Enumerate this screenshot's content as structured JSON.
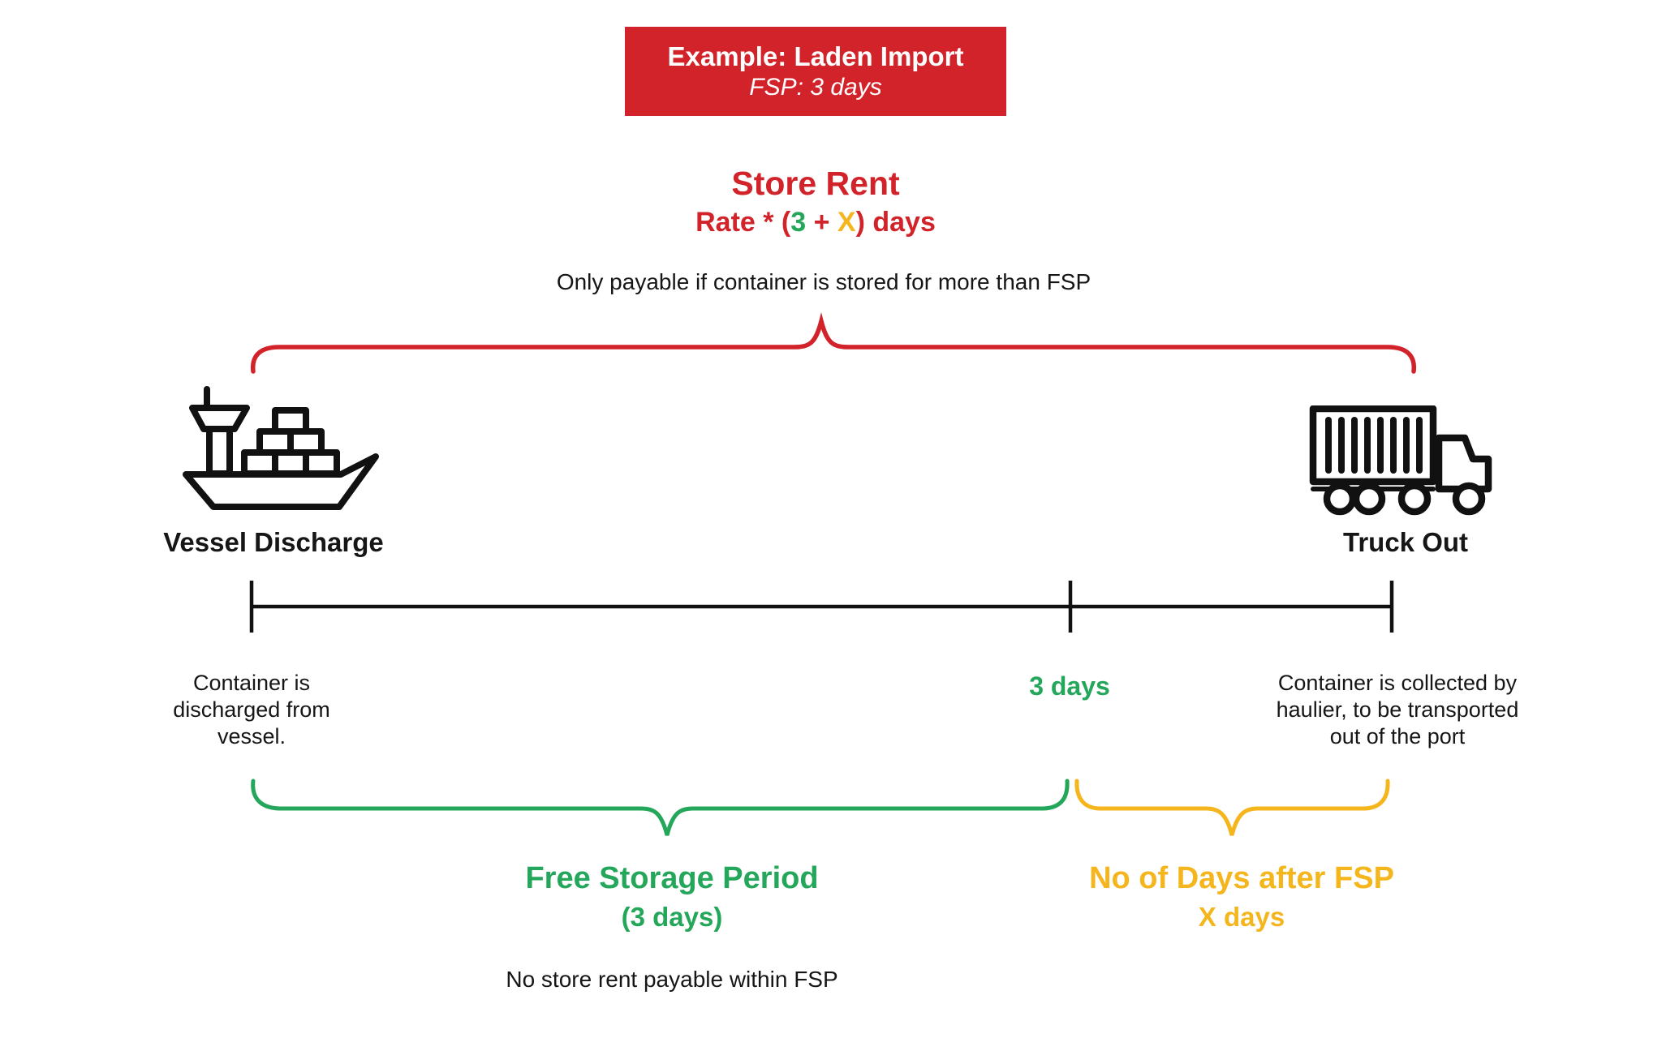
{
  "colors": {
    "red": "#D2232A",
    "green": "#24A75A",
    "yellow": "#F5B51C",
    "ink": "#161616"
  },
  "header": {
    "title": "Example: Laden Import",
    "subtitle": "FSP: 3 days"
  },
  "store_rent": {
    "title": "Store Rent",
    "formula": {
      "prefix": "Rate * (",
      "free_days": "3",
      "plus": " + ",
      "extra_days": "X",
      "suffix": ") days"
    },
    "note": "Only payable if container is stored for more than FSP"
  },
  "endpoints": {
    "vessel": {
      "label": "Vessel Discharge",
      "description": "Container is\ndischarged from\nvessel."
    },
    "truck": {
      "label": "Truck Out",
      "description": "Container is collected by\nhaulier, to be transported\nout of the port"
    }
  },
  "timeline": {
    "fsp_marker": "3 days"
  },
  "periods": {
    "free_storage": {
      "title": "Free Storage Period",
      "subtitle": "(3 days)",
      "note": "No store rent payable within FSP"
    },
    "after_fsp": {
      "title": "No of Days after FSP",
      "subtitle": "X days"
    }
  }
}
